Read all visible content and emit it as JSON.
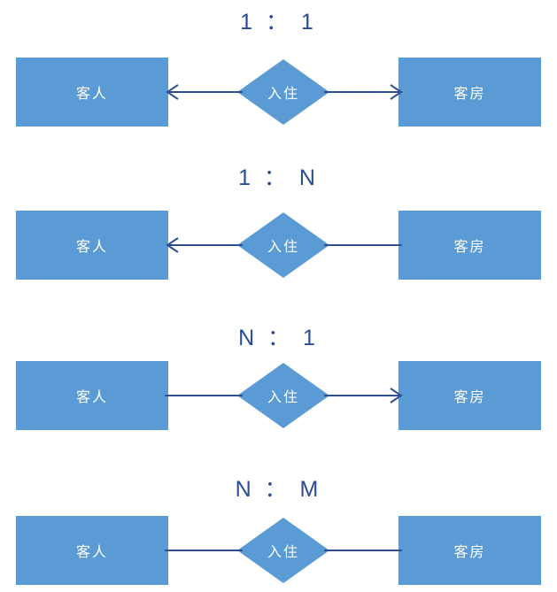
{
  "diagram": {
    "title_absent": true,
    "entity_left_label": "客人",
    "entity_right_label": "客房",
    "relationship_label": "入住",
    "colors": {
      "entity_fill": "#5b9bd5",
      "diamond_fill": "#5b9bd5",
      "entity_text": "#ffffff",
      "ratio_text": "#2a4b97",
      "line": "#2f4f8f",
      "background": "#ffffff"
    },
    "sections": [
      {
        "id": "one-to-one",
        "ratio_label": "1 ： 1",
        "left_entity": "客人",
        "right_entity": "客房",
        "relationship": "入住",
        "left_arrow": true,
        "right_arrow": true
      },
      {
        "id": "one-to-many",
        "ratio_label": "1 ： N",
        "left_entity": "客人",
        "right_entity": "客房",
        "relationship": "入住",
        "left_arrow": true,
        "right_arrow": false
      },
      {
        "id": "many-to-one",
        "ratio_label": "N ： 1",
        "left_entity": "客人",
        "right_entity": "客房",
        "relationship": "入住",
        "left_arrow": false,
        "right_arrow": true
      },
      {
        "id": "many-to-many",
        "ratio_label": "N ： M",
        "left_entity": "客人",
        "right_entity": "客房",
        "relationship": "入住",
        "left_arrow": false,
        "right_arrow": false
      }
    ]
  }
}
